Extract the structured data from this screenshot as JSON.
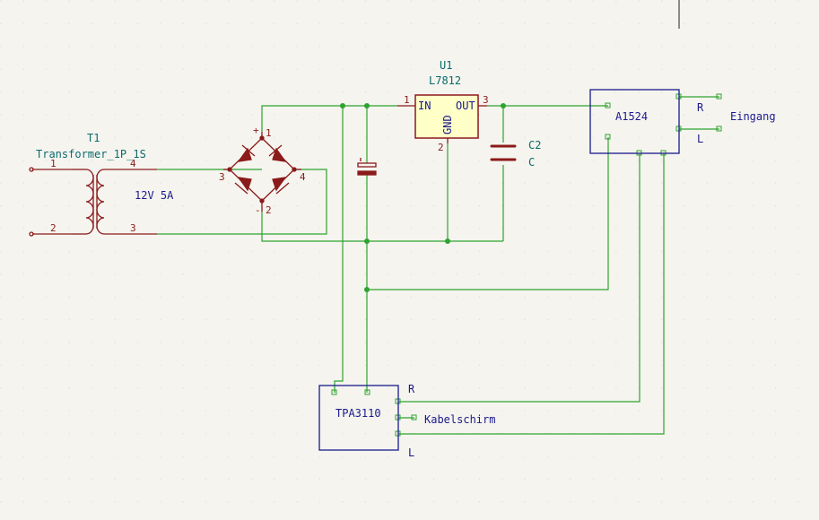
{
  "colors": {
    "background": "#f5f4ef",
    "grid_dot": "#d9d8d2",
    "wire": "#2ea32e",
    "component": "#8b1a1a",
    "component_fill": "#ffffc8",
    "block_border": "#1a1a8c",
    "ref_text": "#0b6b6b",
    "pin_text": "#8b1a1a"
  },
  "transformer": {
    "ref": "T1",
    "value": "Transformer_1P_1S",
    "rating": "12V 5A",
    "pins": {
      "p1": "1",
      "p2": "2",
      "p3": "3",
      "p4": "4"
    }
  },
  "bridge": {
    "plus": "+",
    "minus": "-",
    "pins": {
      "p1": "1",
      "p2": "2",
      "p3": "3",
      "p4": "4"
    }
  },
  "regulator": {
    "ref": "U1",
    "value": "L7812",
    "pin_in": "IN",
    "pin_out": "OUT",
    "pin_gnd": "GND",
    "num_in": "1",
    "num_out": "3",
    "num_gnd": "2"
  },
  "capacitor_c2": {
    "ref": "C2",
    "value": "C"
  },
  "block_a1524": {
    "name": "A1524",
    "label_r": "R",
    "label_l": "L",
    "input_label": "Eingang"
  },
  "block_tpa3110": {
    "name": "TPA3110",
    "label_r": "R",
    "label_l": "L",
    "shield_label": "Kabelschirm"
  }
}
